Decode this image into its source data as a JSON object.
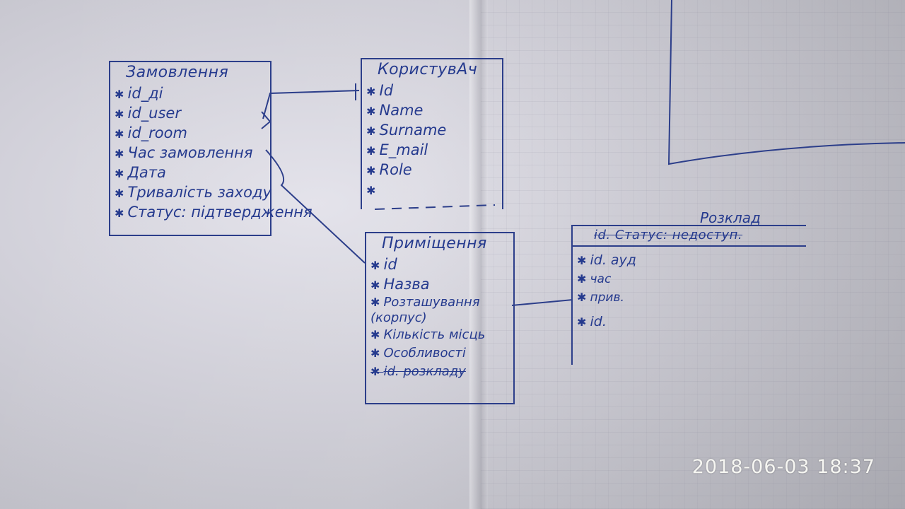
{
  "tables": {
    "orders": {
      "title": "Замовлення",
      "fields": [
        "id_ді",
        "id_user",
        "id_room",
        "Час замовлення",
        "Дата",
        "Тривалість заходу",
        "Статус: підтвердження"
      ]
    },
    "users": {
      "title": "КористувАч",
      "fields": [
        "Id",
        "Name",
        "Surname",
        "E_mail",
        "Role",
        ""
      ]
    },
    "rooms": {
      "title": "Приміщення",
      "fields": [
        "id",
        "Назва",
        "Розташування (корпус)",
        "Кількість місць",
        "Особливості"
      ],
      "struck_field": "id. розкладу"
    },
    "schedule": {
      "title": "Розклад",
      "header_struck": "id. Статус: недоступ.",
      "fields": [
        "id. ауд",
        "час",
        "прив.",
        "id."
      ]
    }
  },
  "timestamp": "2018-06-03  18:37",
  "colors": {
    "ink": "#253a8e",
    "paper": "#d8d7df"
  }
}
